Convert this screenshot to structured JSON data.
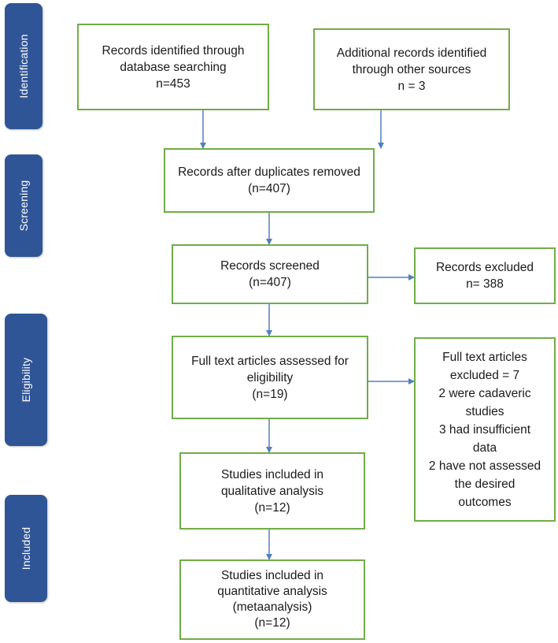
{
  "phases": {
    "identification": "Identification",
    "screening": "Screening",
    "eligibility": "Eligibility",
    "included": "Included"
  },
  "boxes": {
    "database_records": "Records identified through\ndatabase searching\nn=453",
    "other_records": "Additional records identified\nthrough other sources\nn = 3",
    "after_duplicates": "Records after duplicates removed\n(n=407)",
    "screened": "Records screened\n(n=407)",
    "excluded": "Records excluded\nn= 388",
    "full_text_assessed": "Full text articles assessed for\neligibility\n(n=19)",
    "full_text_excluded": "Full text articles\nexcluded = 7\n2 were cadaveric\nstudies\n3 had insufficient\ndata\n2 have not assessed\nthe desired\noutcomes",
    "qualitative": "Studies included in\nqualitative analysis\n(n=12)",
    "quantitative": "Studies included in\nquantitative analysis\n(metaanalysis)\n(n=12)"
  },
  "colors": {
    "phase_fill": "#2f5597",
    "box_border": "#70ad47",
    "arrow": "#4f81bd"
  }
}
